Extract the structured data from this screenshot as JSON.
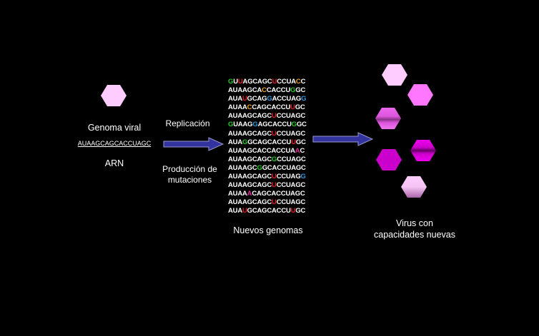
{
  "left": {
    "genome_label": "Genoma viral",
    "sequence": "AUAAGCAGCACCUAGC",
    "type_label": "ARN",
    "hexagon_color": "#ffccff"
  },
  "middle": {
    "replication_label": "Replicación",
    "mutation_label_line1": "Producción de",
    "mutation_label_line2": "mutaciones",
    "arrow_color": "#3333a0",
    "new_genomes_label": "Nuevos genomas"
  },
  "colors": {
    "white": "#ffffff",
    "red": "#e8141e",
    "green": "#22cc22",
    "orange": "#f0a020",
    "blue": "#3399dd",
    "magenta": "#e0309a"
  },
  "sequences": [
    [
      [
        "G",
        "green"
      ],
      [
        "U",
        "white"
      ],
      [
        "U",
        "red"
      ],
      [
        "AGCAGC",
        "white"
      ],
      [
        "U",
        "red"
      ],
      [
        "CCUA",
        "white"
      ],
      [
        "C",
        "orange"
      ],
      [
        "C",
        "white"
      ]
    ],
    [
      [
        "AUAAGCA",
        "white"
      ],
      [
        "C",
        "orange"
      ],
      [
        "CACCU",
        "white"
      ],
      [
        "G",
        "green"
      ],
      [
        "GC",
        "white"
      ]
    ],
    [
      [
        "AUA",
        "white"
      ],
      [
        "U",
        "red"
      ],
      [
        "GCAG",
        "white"
      ],
      [
        "G",
        "blue"
      ],
      [
        "ACCUAG",
        "white"
      ],
      [
        "G",
        "blue"
      ]
    ],
    [
      [
        "AUAA",
        "white"
      ],
      [
        "C",
        "orange"
      ],
      [
        "CAGCACCU",
        "white"
      ],
      [
        "U",
        "red"
      ],
      [
        "GC",
        "white"
      ]
    ],
    [
      [
        "AUAAGCAGC",
        "white"
      ],
      [
        "U",
        "red"
      ],
      [
        "CCUAGC",
        "white"
      ]
    ],
    [
      [
        "G",
        "green"
      ],
      [
        "UAAG",
        "white"
      ],
      [
        "G",
        "blue"
      ],
      [
        "AGCACCU",
        "white"
      ],
      [
        "G",
        "green"
      ],
      [
        "GC",
        "white"
      ]
    ],
    [
      [
        "AUAAGCAGC",
        "white"
      ],
      [
        "U",
        "red"
      ],
      [
        "CCUAGC",
        "white"
      ]
    ],
    [
      [
        "AUA",
        "white"
      ],
      [
        "G",
        "green"
      ],
      [
        "GCAGCACCU",
        "white"
      ],
      [
        "U",
        "red"
      ],
      [
        "GC",
        "white"
      ]
    ],
    [
      [
        "AUAAGCACCACCUA",
        "white"
      ],
      [
        "A",
        "magenta"
      ],
      [
        "C",
        "white"
      ]
    ],
    [
      [
        "AUAAGCAGC",
        "white"
      ],
      [
        "G",
        "green"
      ],
      [
        "CCUAGC",
        "white"
      ]
    ],
    [
      [
        "AUAAGC",
        "white"
      ],
      [
        "G",
        "green"
      ],
      [
        "GCACCUAGC",
        "white"
      ]
    ],
    [
      [
        "AUAAGCAGC",
        "white"
      ],
      [
        "U",
        "red"
      ],
      [
        "CCUAG",
        "white"
      ],
      [
        "G",
        "blue"
      ]
    ],
    [
      [
        "AUAAGCAGC",
        "white"
      ],
      [
        "U",
        "red"
      ],
      [
        "CCUAGC",
        "white"
      ]
    ],
    [
      [
        "AUAA",
        "white"
      ],
      [
        "A",
        "magenta"
      ],
      [
        "CAGCACCUAGC",
        "white"
      ]
    ],
    [
      [
        "AUAAGCAGC",
        "white"
      ],
      [
        "U",
        "red"
      ],
      [
        "CCUAGC",
        "white"
      ]
    ],
    [
      [
        "AUA",
        "white"
      ],
      [
        "U",
        "red"
      ],
      [
        "GCAGCACCU",
        "white"
      ],
      [
        "U",
        "red"
      ],
      [
        "GC",
        "white"
      ]
    ]
  ],
  "right": {
    "label_line1": "Virus con",
    "label_line2": "capacidades nuevas",
    "hexagons": [
      {
        "name": "light-pink",
        "color": "#ffccff",
        "style": "flat"
      },
      {
        "name": "pink",
        "color": "#ff77ff",
        "style": "flat"
      },
      {
        "name": "gradient-pink",
        "color": "#dd55dd",
        "style": "banded"
      },
      {
        "name": "magenta",
        "color": "#cc00cc",
        "style": "flat"
      },
      {
        "name": "gradient-magenta",
        "color": "#cc00cc",
        "style": "banded"
      },
      {
        "name": "gradient-light",
        "color": "#ffccff",
        "style": "banded-light"
      }
    ]
  }
}
